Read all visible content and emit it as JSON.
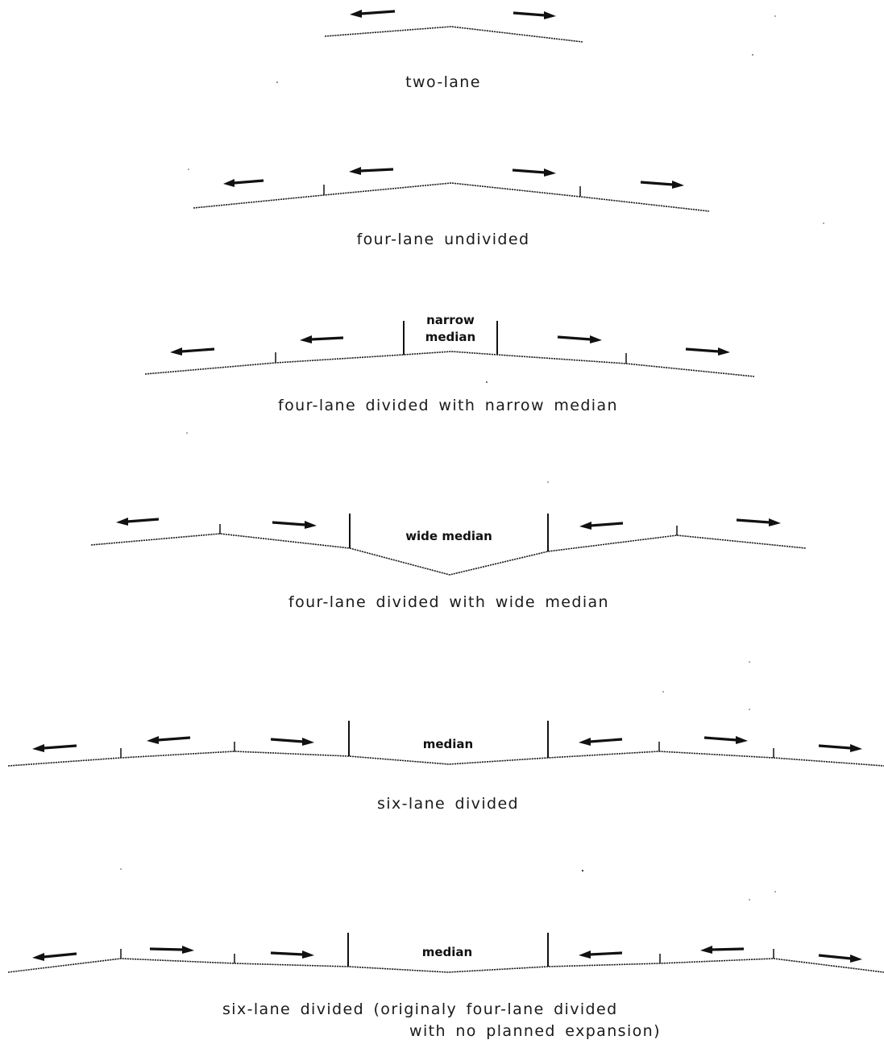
{
  "diagrams": [
    {
      "id": "two-lane",
      "caption_lines": [
        "two-lane"
      ],
      "median_lines": []
    },
    {
      "id": "four-lane-undivided",
      "caption_lines": [
        "four-lane undivided"
      ],
      "median_lines": []
    },
    {
      "id": "four-lane-narrow-median",
      "caption_lines": [
        "four-lane divided with narrow median"
      ],
      "median_lines": [
        "narrow",
        "median"
      ]
    },
    {
      "id": "four-lane-wide-median",
      "caption_lines": [
        "four-lane divided with wide median"
      ],
      "median_lines": [
        "wide median"
      ]
    },
    {
      "id": "six-lane-divided",
      "caption_lines": [
        "six-lane divided"
      ],
      "median_lines": [
        "median"
      ]
    },
    {
      "id": "six-lane-divided-expanded",
      "caption_lines": [
        "six-lane divided (originaly four-lane divided",
        "with no planned expansion)"
      ],
      "median_lines": [
        "median"
      ]
    }
  ],
  "colors": {
    "ink": "#111111",
    "background": "#ffffff"
  }
}
